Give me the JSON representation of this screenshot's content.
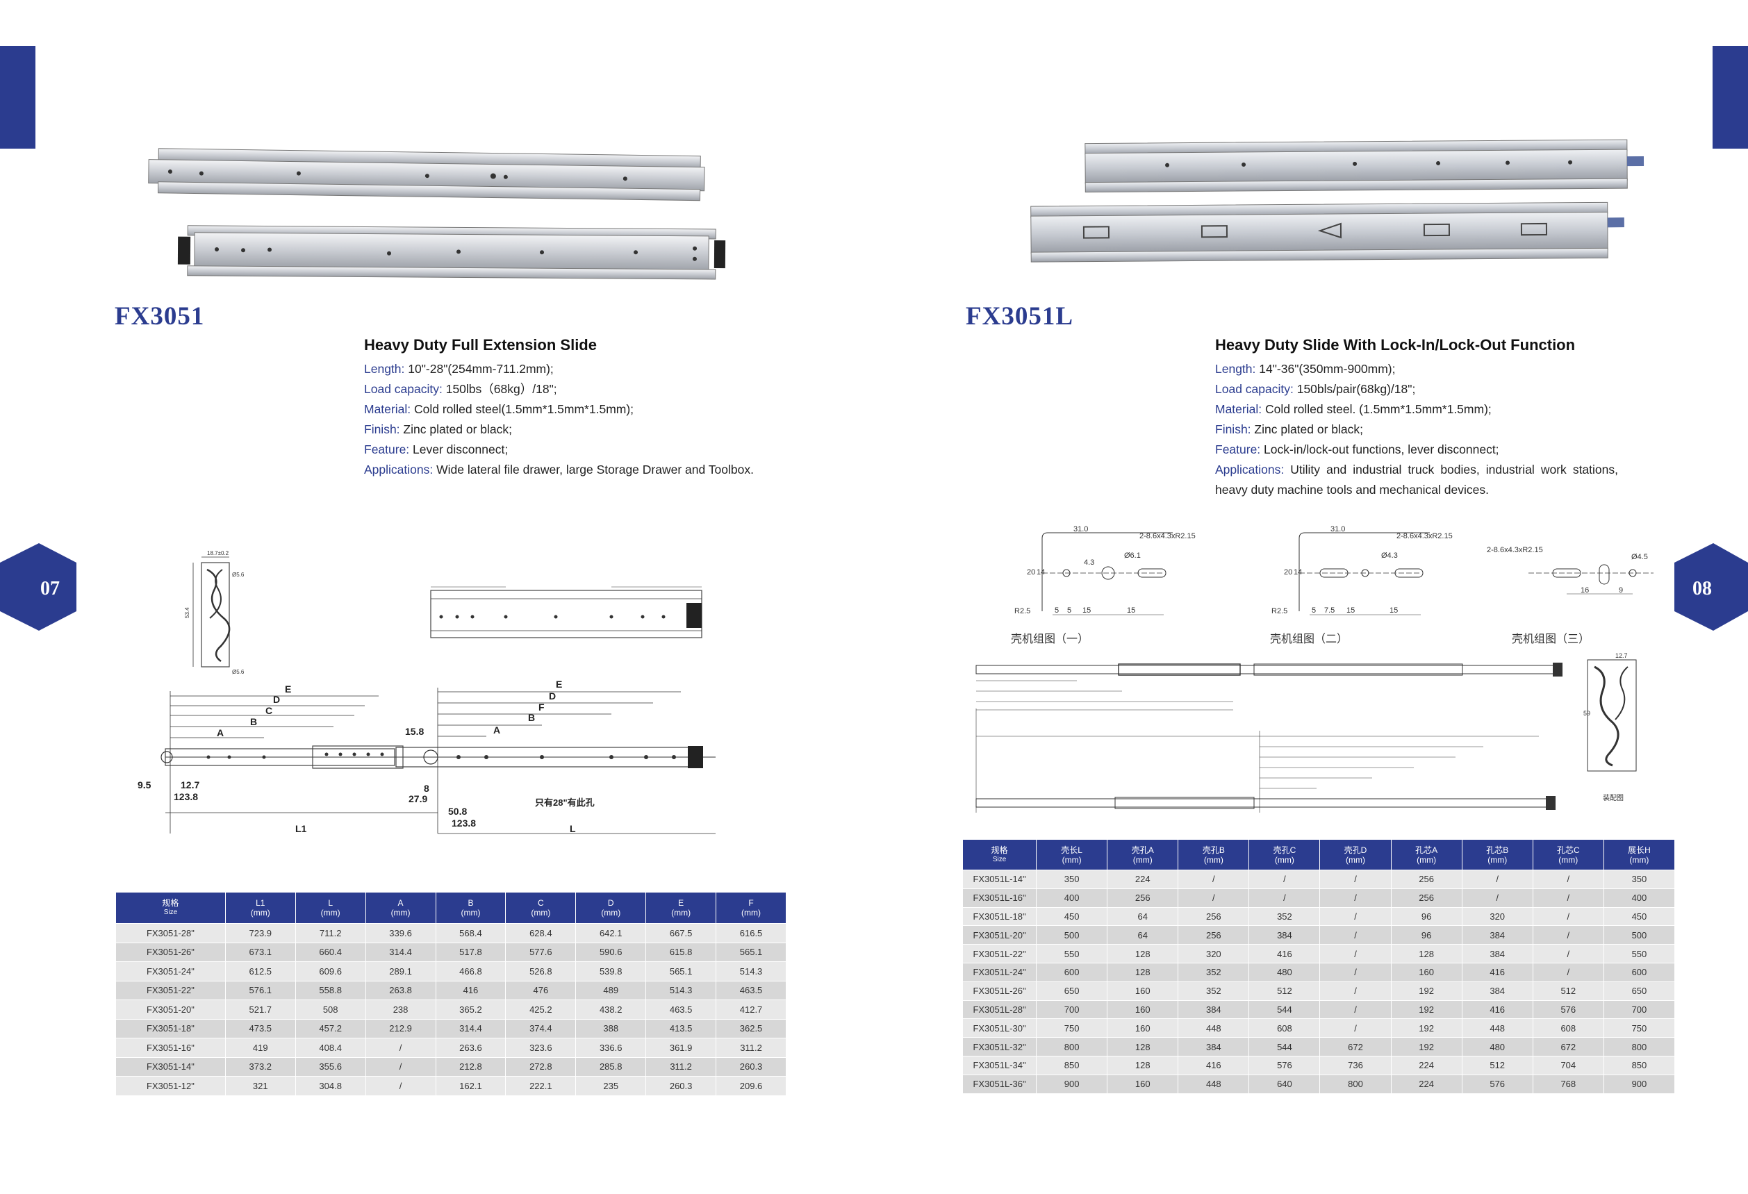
{
  "colors": {
    "accent": "#2b3c8f",
    "row_light": "#e8e8e8",
    "row_dark": "#d7d7d7"
  },
  "left": {
    "page_number": "07",
    "model": "FX3051",
    "title": "Heavy Duty Full Extension Slide",
    "specs": [
      {
        "key": "Length:",
        "value": " 10\"-28\"(254mm-711.2mm);"
      },
      {
        "key": "Load capacity:",
        "value": "  150lbs（68kg）/18\";"
      },
      {
        "key": "Material:",
        "value": " Cold rolled steel(1.5mm*1.5mm*1.5mm);"
      },
      {
        "key": "Finish:",
        "value": " Zinc plated or black;"
      },
      {
        "key": "Feature:",
        "value": " Lever disconnect;"
      },
      {
        "key": "Applications:",
        "value": "  Wide lateral file drawer, large Storage Drawer and Toolbox."
      }
    ],
    "drawing": {
      "labels": [
        "E",
        "D",
        "C",
        "B",
        "A",
        "E",
        "D",
        "F",
        "A",
        "B",
        "15.8",
        "9.5",
        "12.7",
        "123.8",
        "8",
        "27.9",
        "50.8",
        "123.8",
        "L1",
        "L",
        "只有28\"有此孔",
        "18.7±0.2",
        "Ø5.6",
        "Ø5.6",
        "53.4"
      ]
    },
    "table": {
      "headers": [
        [
          "规格",
          "Size"
        ],
        [
          "L1",
          "(mm)"
        ],
        [
          "L",
          "(mm)"
        ],
        [
          "A",
          "(mm)"
        ],
        [
          "B",
          "(mm)"
        ],
        [
          "C",
          "(mm)"
        ],
        [
          "D",
          "(mm)"
        ],
        [
          "E",
          "(mm)"
        ],
        [
          "F",
          "(mm)"
        ]
      ],
      "rows": [
        [
          "FX3051-28\"",
          "723.9",
          "711.2",
          "339.6",
          "568.4",
          "628.4",
          "642.1",
          "667.5",
          "616.5"
        ],
        [
          "FX3051-26\"",
          "673.1",
          "660.4",
          "314.4",
          "517.8",
          "577.6",
          "590.6",
          "615.8",
          "565.1"
        ],
        [
          "FX3051-24\"",
          "612.5",
          "609.6",
          "289.1",
          "466.8",
          "526.8",
          "539.8",
          "565.1",
          "514.3"
        ],
        [
          "FX3051-22\"",
          "576.1",
          "558.8",
          "263.8",
          "416",
          "476",
          "489",
          "514.3",
          "463.5"
        ],
        [
          "FX3051-20\"",
          "521.7",
          "508",
          "238",
          "365.2",
          "425.2",
          "438.2",
          "463.5",
          "412.7"
        ],
        [
          "FX3051-18\"",
          "473.5",
          "457.2",
          "212.9",
          "314.4",
          "374.4",
          "388",
          "413.5",
          "362.5"
        ],
        [
          "FX3051-16\"",
          "419",
          "408.4",
          "/",
          "263.6",
          "323.6",
          "336.6",
          "361.9",
          "311.2"
        ],
        [
          "FX3051-14\"",
          "373.2",
          "355.6",
          "/",
          "212.8",
          "272.8",
          "285.8",
          "311.2",
          "260.3"
        ],
        [
          "FX3051-12\"",
          "321",
          "304.8",
          "/",
          "162.1",
          "222.1",
          "235",
          "260.3",
          "209.6"
        ]
      ]
    }
  },
  "right": {
    "page_number": "08",
    "model": "FX3051L",
    "title": "Heavy Duty Slide With Lock-In/Lock-Out Function",
    "specs": [
      {
        "key": "Length:",
        "value": " 14\"-36\"(350mm-900mm);"
      },
      {
        "key": "Load capacity:",
        "value": " 150bls/pair(68kg)/18\";"
      },
      {
        "key": "Material:",
        "value": " Cold rolled steel. (1.5mm*1.5mm*1.5mm);"
      },
      {
        "key": "Finish:",
        "value": " Zinc plated or black;"
      },
      {
        "key": "Feature:",
        "value": "  Lock-in/lock-out functions, lever disconnect;"
      },
      {
        "key": "Applications:",
        "value": " Utility and industrial truck bodies, industrial work stations, heavy duty machine tools and mechanical devices."
      }
    ],
    "captions": [
      "壳机组图（一）",
      "壳机组图（二）",
      "壳机组图（三）"
    ],
    "drawing": {
      "labels": [
        "31.0",
        "2-8.6x4.3xR2.15",
        "Ø6.1",
        "4.3",
        "20",
        "14",
        "R2.5",
        "5",
        "5",
        "15",
        "15",
        "31.0",
        "2-8.6x4.3xR2.15",
        "Ø4.3",
        "20",
        "14",
        "R2.5",
        "5",
        "7.5",
        "15",
        "15",
        "2-8.6x4.3xR2.15",
        "Ø4.5",
        "16",
        "9",
        "12.7",
        "59",
        "装配图"
      ]
    },
    "table": {
      "headers": [
        [
          "规格",
          "Size"
        ],
        [
          "壳长L",
          "(mm)"
        ],
        [
          "壳孔A",
          "(mm)"
        ],
        [
          "壳孔B",
          "(mm)"
        ],
        [
          "壳孔C",
          "(mm)"
        ],
        [
          "壳孔D",
          "(mm)"
        ],
        [
          "孔芯A",
          "(mm)"
        ],
        [
          "孔芯B",
          "(mm)"
        ],
        [
          "孔芯C",
          "(mm)"
        ],
        [
          "展长H",
          "(mm)"
        ]
      ],
      "rows": [
        [
          "FX3051L-14\"",
          "350",
          "224",
          "/",
          "/",
          "/",
          "256",
          "/",
          "/",
          "350"
        ],
        [
          "FX3051L-16\"",
          "400",
          "256",
          "/",
          "/",
          "/",
          "256",
          "/",
          "/",
          "400"
        ],
        [
          "FX3051L-18\"",
          "450",
          "64",
          "256",
          "352",
          "/",
          "96",
          "320",
          "/",
          "450"
        ],
        [
          "FX3051L-20\"",
          "500",
          "64",
          "256",
          "384",
          "/",
          "96",
          "384",
          "/",
          "500"
        ],
        [
          "FX3051L-22\"",
          "550",
          "128",
          "320",
          "416",
          "/",
          "128",
          "384",
          "/",
          "550"
        ],
        [
          "FX3051L-24\"",
          "600",
          "128",
          "352",
          "480",
          "/",
          "160",
          "416",
          "/",
          "600"
        ],
        [
          "FX3051L-26\"",
          "650",
          "160",
          "352",
          "512",
          "/",
          "192",
          "384",
          "512",
          "650"
        ],
        [
          "FX3051L-28\"",
          "700",
          "160",
          "384",
          "544",
          "/",
          "192",
          "416",
          "576",
          "700"
        ],
        [
          "FX3051L-30\"",
          "750",
          "160",
          "448",
          "608",
          "/",
          "192",
          "448",
          "608",
          "750"
        ],
        [
          "FX3051L-32\"",
          "800",
          "128",
          "384",
          "544",
          "672",
          "192",
          "480",
          "672",
          "800"
        ],
        [
          "FX3051L-34\"",
          "850",
          "128",
          "416",
          "576",
          "736",
          "224",
          "512",
          "704",
          "850"
        ],
        [
          "FX3051L-36\"",
          "900",
          "160",
          "448",
          "640",
          "800",
          "224",
          "576",
          "768",
          "900"
        ]
      ]
    }
  }
}
